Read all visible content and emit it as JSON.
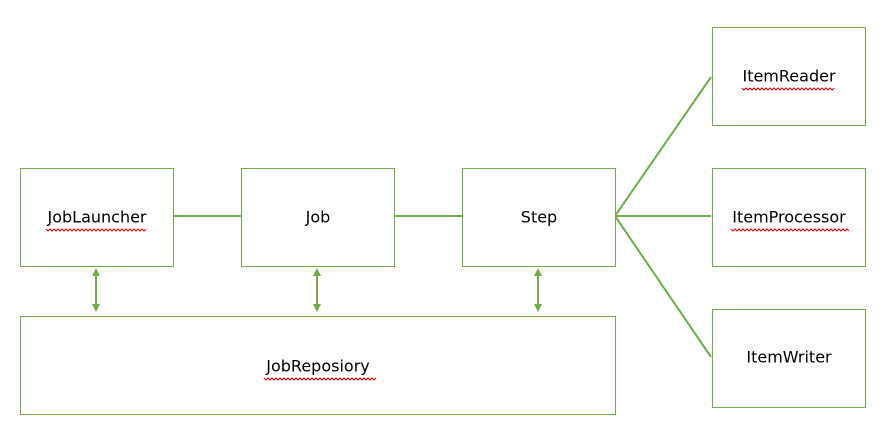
{
  "colors": {
    "border": "#70ad47",
    "line": "#70ad47",
    "text": "#000000",
    "spellcheck": "#e00000",
    "background": "#ffffff"
  },
  "nodes": {
    "job_launcher": "JobLauncher",
    "job": "Job",
    "step": "Step",
    "item_reader": "ItemReader",
    "item_processor": "ItemProcessor",
    "item_writer": "ItemWriter",
    "job_repository": "JobReposiory"
  }
}
